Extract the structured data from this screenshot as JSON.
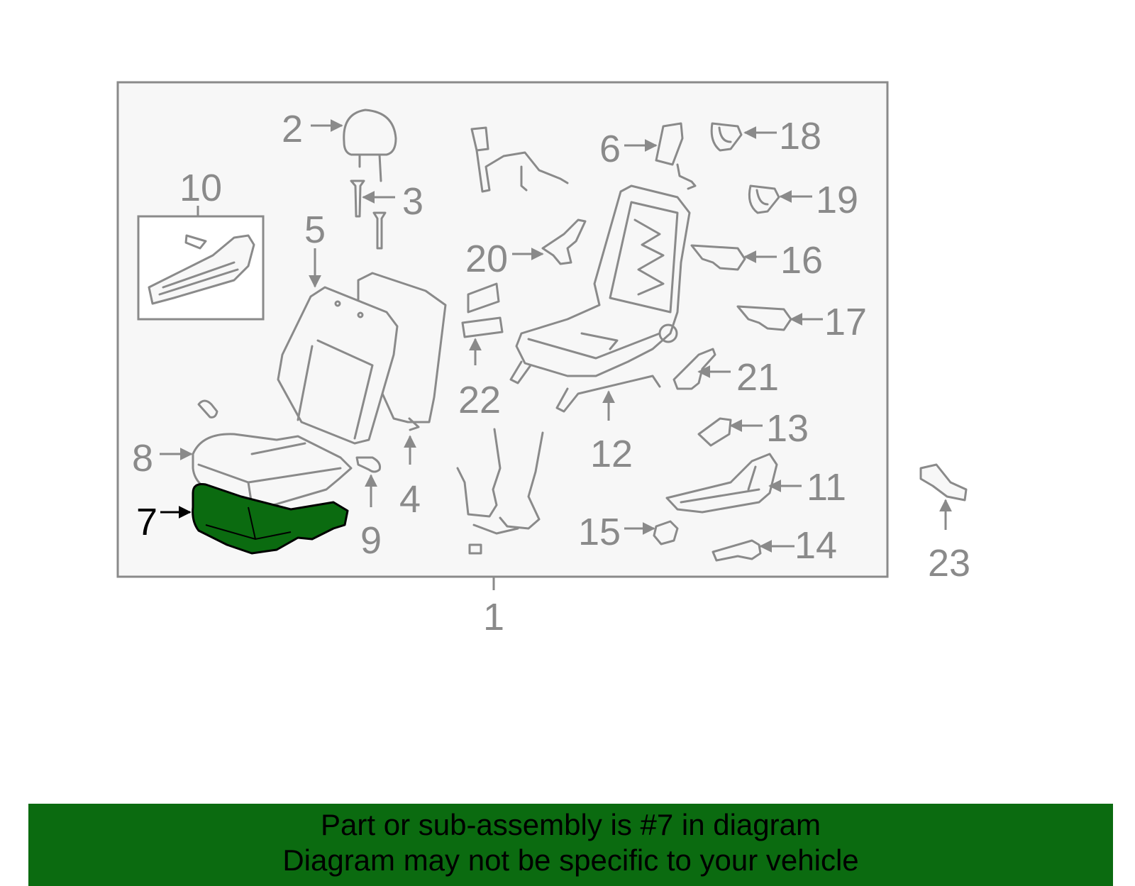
{
  "highlighted_part": "7",
  "callouts": {
    "c1": "1",
    "c2": "2",
    "c3": "3",
    "c4": "4",
    "c5": "5",
    "c6": "6",
    "c7": "7",
    "c8": "8",
    "c9": "9",
    "c10": "10",
    "c11": "11",
    "c12": "12",
    "c13": "13",
    "c14": "14",
    "c15": "15",
    "c16": "16",
    "c17": "17",
    "c18": "18",
    "c19": "19",
    "c20": "20",
    "c21": "21",
    "c22": "22",
    "c23": "23"
  },
  "banner": {
    "line1": "Part or sub-assembly is #7 in diagram",
    "line2": "Diagram may not be specific to your vehicle"
  },
  "colors": {
    "highlight": "#0b6b10",
    "line_art": "#8a8a8a",
    "panel_bg": "#f7f7f7"
  }
}
